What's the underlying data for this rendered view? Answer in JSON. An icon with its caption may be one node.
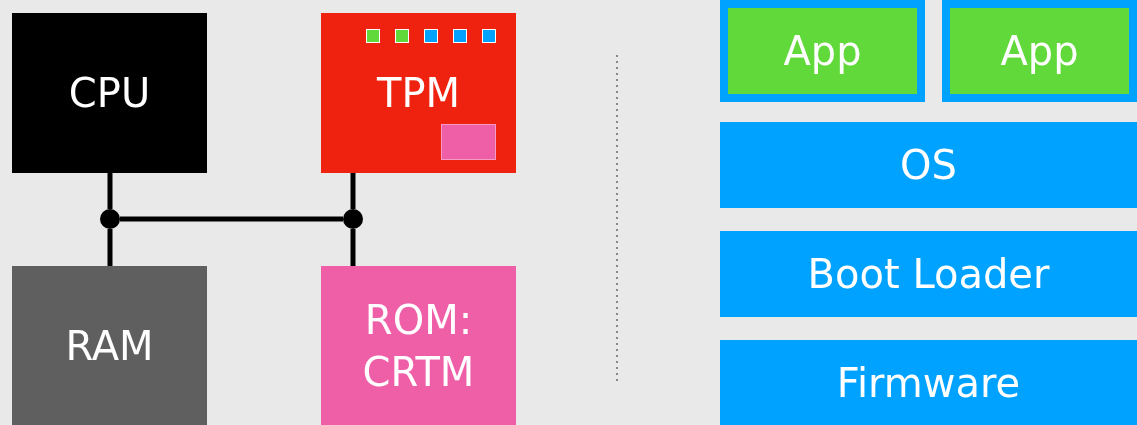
{
  "diagram": {
    "nodes": [
      {
        "text": [
          "CPU"
        ]
      },
      {
        "text": [
          "TPM"
        ]
      },
      {
        "text": [
          "RAM"
        ]
      },
      {
        "text": [
          "ROM: CRTM"
        ]
      },
      {
        "text": [],
        "shape": "circle"
      },
      {
        "text": [],
        "shape": "circle"
      },
      {
        "text": [
          "App"
        ]
      },
      {
        "text": [
          "App"
        ]
      },
      {
        "text": [
          "OS"
        ]
      },
      {
        "text": [
          "Boot Loader"
        ]
      },
      {
        "text": [
          "Firmware"
        ]
      }
    ],
    "edges": [
      {
        "from": 0,
        "to": 4,
        "arrow": "none"
      },
      {
        "from": 4,
        "to": 2,
        "arrow": "none"
      },
      {
        "from": 1,
        "to": 5,
        "arrow": "none"
      },
      {
        "from": 5,
        "to": 3,
        "arrow": "none"
      },
      {
        "from": 4,
        "to": 5,
        "arrow": "none"
      }
    ]
  }
}
